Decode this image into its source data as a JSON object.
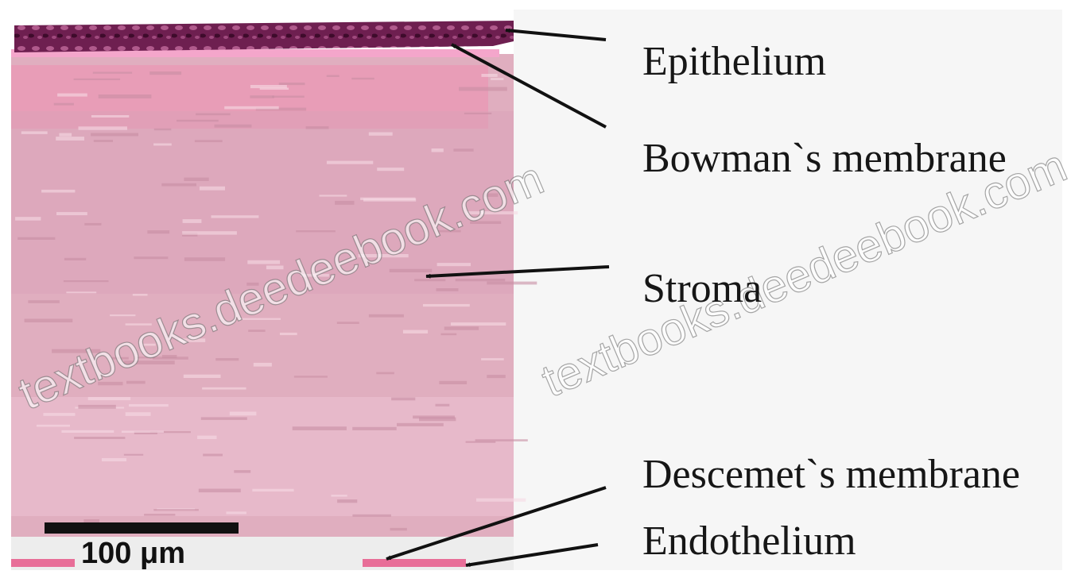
{
  "labels": {
    "epithelium": "Epithelium",
    "bowman": "Bowman`s membrane",
    "stroma": "Stroma",
    "descemet": "Descemet`s membrane",
    "endothelium": "Endothelium"
  },
  "scale_bar": {
    "label": "100 μm"
  },
  "watermark": "textbooks.deedeebook.com",
  "colors": {
    "epithelium": "#6b1f4e",
    "bowman": "#f3a2c8",
    "stroma": "#e3aec0",
    "arrow": "#111111"
  }
}
